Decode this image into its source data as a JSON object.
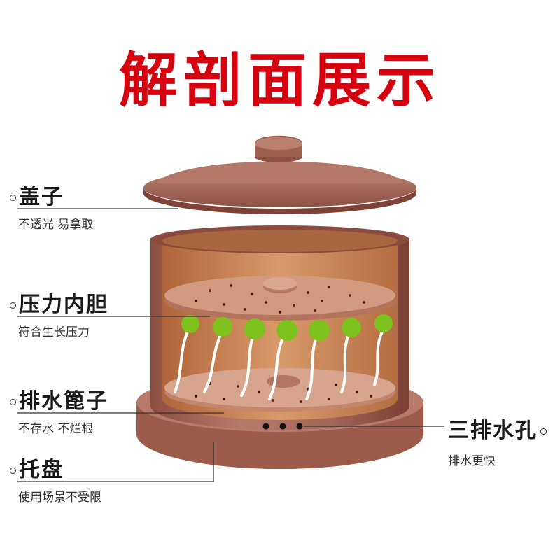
{
  "title": "解剖面展示",
  "labels": [
    {
      "name": "盖子",
      "desc": "不透光  易拿取"
    },
    {
      "name": "压力内胆",
      "desc": "符合生长压力"
    },
    {
      "name": "排水篦子",
      "desc": "不存水  不烂根"
    },
    {
      "name": "托盘",
      "desc": "使用场景不受限"
    }
  ],
  "right_label": {
    "name": "三排水孔",
    "desc": "排水更快"
  },
  "colors": {
    "title": "#d7000f",
    "clay": "#a9685a",
    "clay_dark": "#7e4336",
    "interior": "#c9875a",
    "sprout_head": "#7cc11c",
    "sprout_root": "#ffffff"
  }
}
